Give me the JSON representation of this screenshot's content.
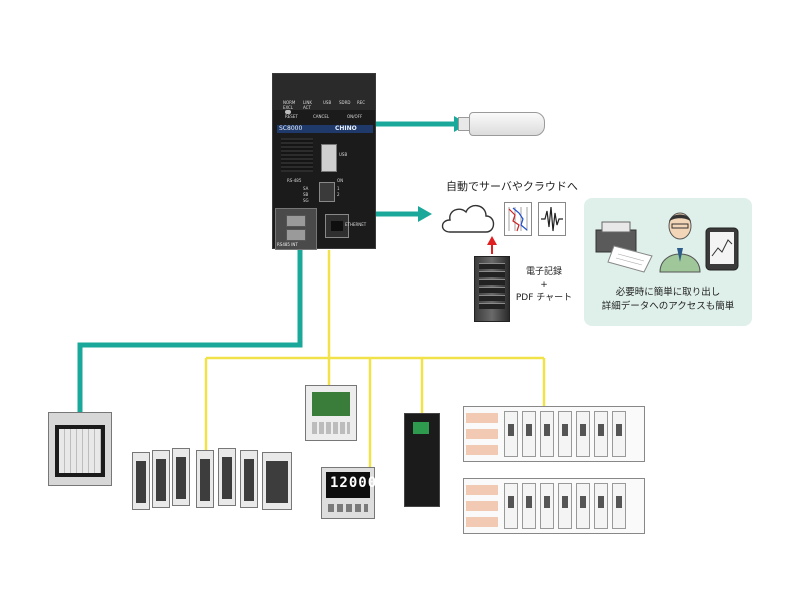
{
  "controller": {
    "model": "SC8000",
    "brand": "CHINO",
    "indicators": [
      "NORM",
      "LINK",
      "USB",
      "SDRD",
      "REC"
    ],
    "indicators_sub": [
      "EXCL",
      "ACT"
    ],
    "buttons": [
      "RESET",
      "CANCEL",
      "ON/OFF"
    ],
    "usb_label": "USB",
    "rs485": "RS-485",
    "terminals": [
      "SA",
      "SB",
      "SG"
    ],
    "dip_label": "ON",
    "dip_numbers": [
      "1",
      "2"
    ],
    "bottom_port": "RS485 INT",
    "ethernet": "ETHERNET"
  },
  "labels": {
    "cloud_caption": "自動でサーバやクラウドへ",
    "server_line1": "電子記録",
    "server_line2": "+",
    "server_line3": "PDF チャート",
    "access_line1": "必要時に簡単に取り出し",
    "access_line2": "詳細データへのアクセスも簡単"
  },
  "devices": {
    "indicator_display": "12000"
  },
  "colors": {
    "teal_link": "#1aa89a",
    "yellow_bus": "#f2e24a",
    "arrow_red": "#e02020",
    "panel_green": "#dff0ea",
    "controller_body": "#1b1b1b"
  },
  "icons": [
    "usb-stick-icon",
    "cloud-icon",
    "chart-icon",
    "waveform-icon",
    "server-icon",
    "printer-icon",
    "person-icon",
    "tablet-icon",
    "up-arrow-icon"
  ]
}
